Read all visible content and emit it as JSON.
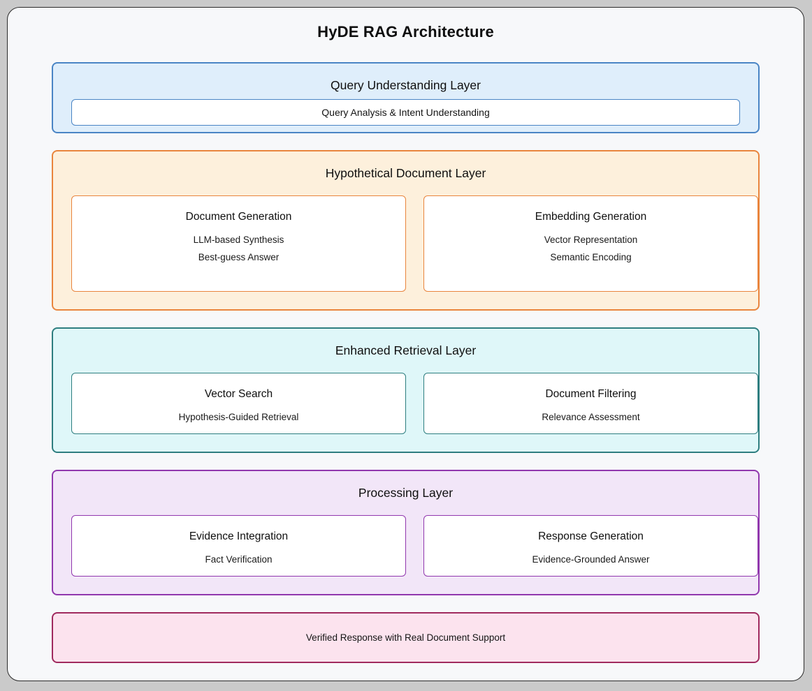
{
  "title": "HyDE RAG Architecture",
  "layers": [
    {
      "title": "Query Understanding Layer",
      "colors": {
        "bg": "#dfeefb",
        "border": "#4a85c5"
      },
      "boxes": [
        {
          "title": "Query Analysis & Intent Understanding",
          "subs": []
        }
      ]
    },
    {
      "title": "Hypothetical Document Layer",
      "colors": {
        "bg": "#fdf0dc",
        "border": "#e9853d"
      },
      "boxes": [
        {
          "title": "Document Generation",
          "subs": [
            "LLM-based Synthesis",
            "Best-guess Answer"
          ]
        },
        {
          "title": "Embedding Generation",
          "subs": [
            "Vector Representation",
            "Semantic Encoding"
          ]
        }
      ]
    },
    {
      "title": "Enhanced Retrieval Layer",
      "colors": {
        "bg": "#dff7f9",
        "border": "#2e7e80"
      },
      "boxes": [
        {
          "title": "Vector Search",
          "subs": [
            "Hypothesis-Guided Retrieval"
          ]
        },
        {
          "title": "Document Filtering",
          "subs": [
            "Relevance Assessment"
          ]
        }
      ]
    },
    {
      "title": "Processing Layer",
      "colors": {
        "bg": "#f2e6f8",
        "border": "#9138ae"
      },
      "boxes": [
        {
          "title": "Evidence Integration",
          "subs": [
            "Fact Verification"
          ]
        },
        {
          "title": "Response Generation",
          "subs": [
            "Evidence-Grounded Answer"
          ]
        }
      ]
    }
  ],
  "footer": {
    "label": "Verified Response with Real Document Support",
    "colors": {
      "bg": "#fce3ee",
      "border": "#a02a5e"
    }
  },
  "frame_colors": {
    "page_bg": "#cacaca",
    "frame_bg": "#f7f8fa",
    "frame_border": "#2b2b2b",
    "node_bg": "#ffffff",
    "text": "#111111"
  }
}
